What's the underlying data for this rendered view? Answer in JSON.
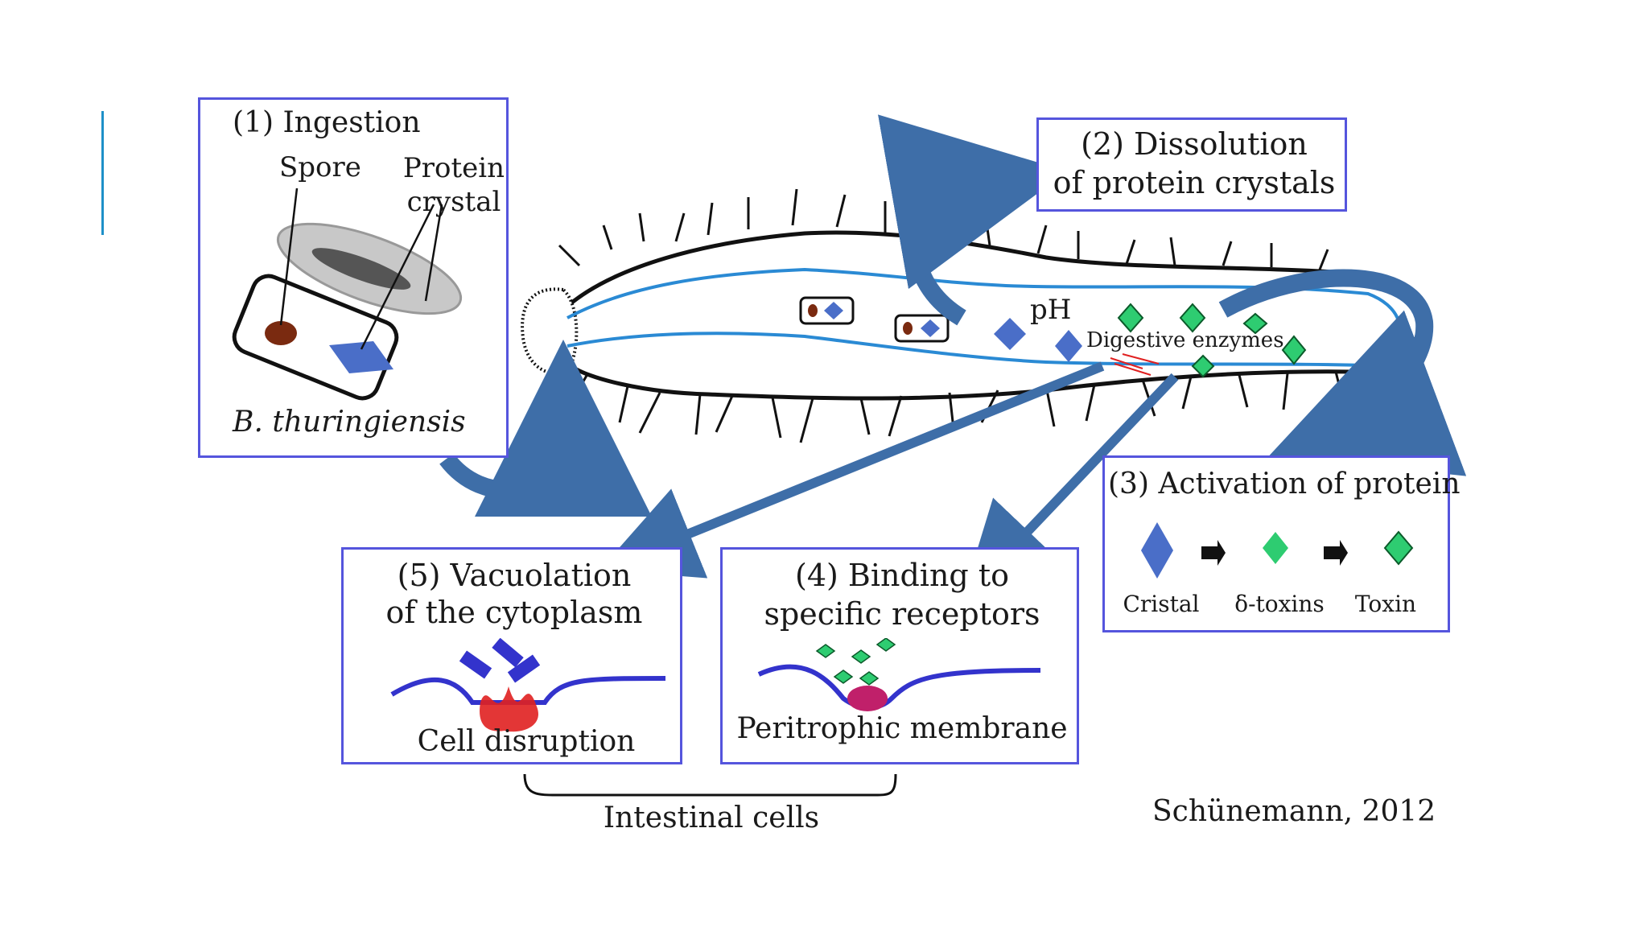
{
  "colors": {
    "box_border": "#5555dd",
    "arrow_fill": "#3e6ea8",
    "gut_line": "#2a8ad4",
    "crystal_blue": "#4a6ec8",
    "toxin_green": "#2ecc71",
    "membrane": "#3333cc",
    "disruption_red": "#e02020",
    "accent_bar": "#1e90c8"
  },
  "steps": {
    "ingestion": {
      "title": "(1) Ingestion",
      "spore": "Spore",
      "protein_crystal": "Protein crystal",
      "organism": "B. thuringiensis"
    },
    "dissolution": {
      "line1": "(2) Dissolution",
      "line2": "of protein crystals"
    },
    "activation": {
      "title": "(3) Activation of protein",
      "stages": [
        "Cristal",
        "δ-toxins",
        "Toxin"
      ]
    },
    "binding": {
      "line1": "(4) Binding to",
      "line2": "specific receptors",
      "caption": "Peritrophic membrane"
    },
    "vacuolation": {
      "line1": "(5) Vacuolation",
      "line2": "of the cytoplasm",
      "caption": "Cell disruption"
    }
  },
  "gut": {
    "ph": "pH",
    "enzymes": "Digestive enzymes"
  },
  "group_label": "Intestinal cells",
  "citation": "Schünemann, 2012"
}
